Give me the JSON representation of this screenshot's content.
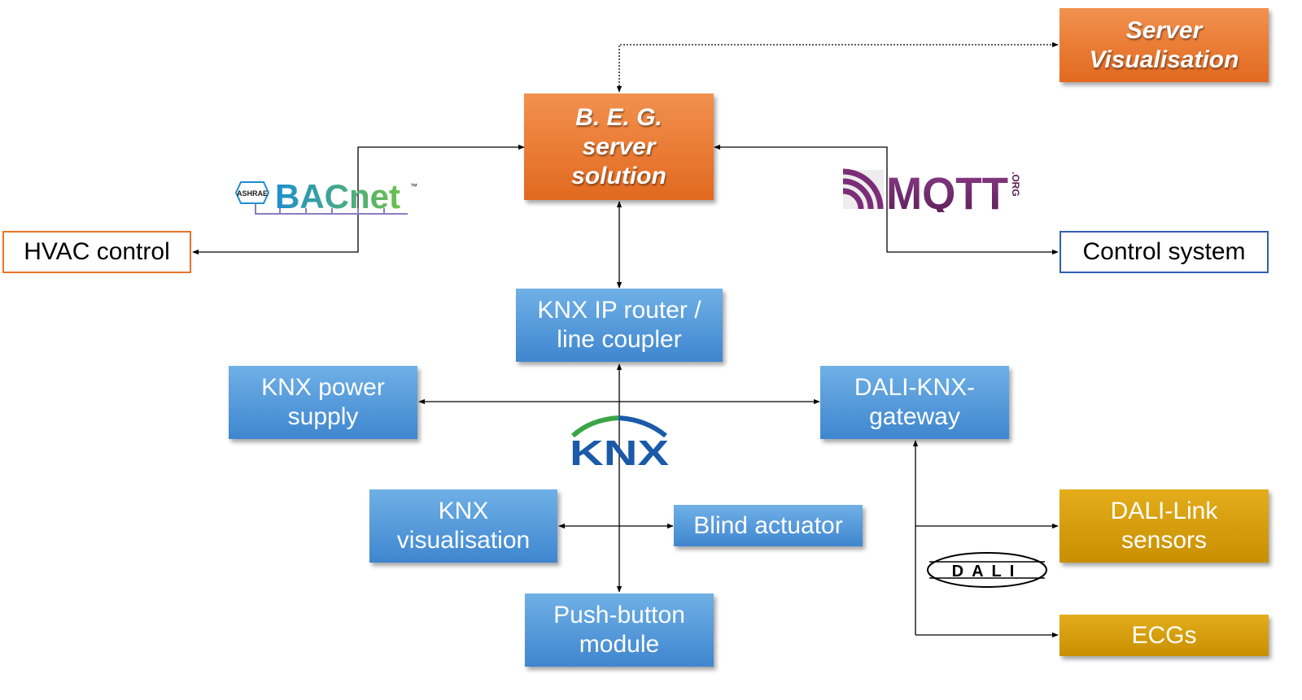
{
  "nodes": {
    "beg_server": {
      "lines": [
        "B. E. G.",
        "server",
        "solution"
      ]
    },
    "server_visualisation": {
      "lines": [
        "Server",
        "Visualisation"
      ]
    },
    "hvac_control": {
      "lines": [
        "HVAC control"
      ]
    },
    "control_system": {
      "lines": [
        "Control system"
      ]
    },
    "knx_ip_router": {
      "lines": [
        "KNX IP router /",
        "line coupler"
      ]
    },
    "knx_power_supply": {
      "lines": [
        "KNX power",
        "supply"
      ]
    },
    "dali_knx_gateway": {
      "lines": [
        "DALI-KNX-",
        "gateway"
      ]
    },
    "knx_visualisation": {
      "lines": [
        "KNX",
        "visualisation"
      ]
    },
    "blind_actuator": {
      "lines": [
        "Blind actuator"
      ]
    },
    "push_button_module": {
      "lines": [
        "Push-button",
        "module"
      ]
    },
    "dali_link_sensors": {
      "lines": [
        "DALI-Link",
        "sensors"
      ]
    },
    "ecgs": {
      "lines": [
        "ECGs"
      ]
    }
  },
  "logos": {
    "bacnet": {
      "badge": "ASHRAE",
      "wordmark": "BACnet",
      "trademark": "™"
    },
    "mqtt": {
      "wordmark": "MQTT",
      "suffix": ".ORG"
    },
    "knx": {
      "wordmark": "KNX"
    },
    "dali": {
      "wordmark": "DALI"
    }
  },
  "colors": {
    "blue_box": "#4a90d9",
    "orange_box": "#e8732b",
    "gold_box": "#d49a06",
    "hvac_border": "#e8732b",
    "control_border": "#2f5fb3",
    "connector": "#000000"
  }
}
